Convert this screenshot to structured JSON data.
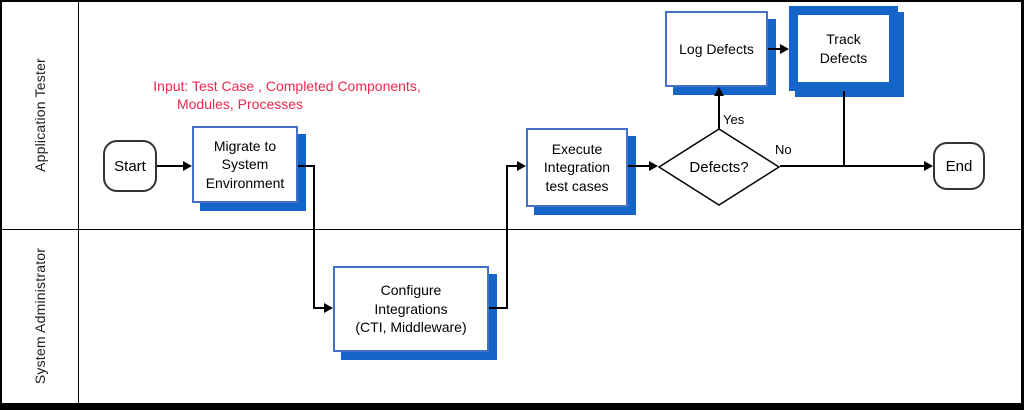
{
  "colors": {
    "node_border": "#4472C4",
    "node_shadow": "#1565C8",
    "annotation_red": "#EE2851",
    "connector": "#000000",
    "terminator_border": "#333333",
    "lane_text": "#1a1a1a"
  },
  "lanes": {
    "tester": "Application Tester",
    "admin": "System Administrator"
  },
  "annotation": {
    "line1": "Input: Test Case , Completed Components,",
    "line2": "Modules, Processes"
  },
  "nodes": {
    "start": {
      "label": "Start"
    },
    "migrate": {
      "label": "Migrate to\nSystem\nEnvironment"
    },
    "configure": {
      "label": "Configure\nIntegrations\n(CTI, Middleware)"
    },
    "execute": {
      "label": "Execute\nIntegration\ntest cases"
    },
    "decision": {
      "label": "Defects?"
    },
    "log": {
      "label": "Log Defects"
    },
    "track": {
      "label": "Track\nDefects"
    },
    "end": {
      "label": "End"
    }
  },
  "edges": {
    "yes_label": "Yes",
    "no_label": "No"
  }
}
